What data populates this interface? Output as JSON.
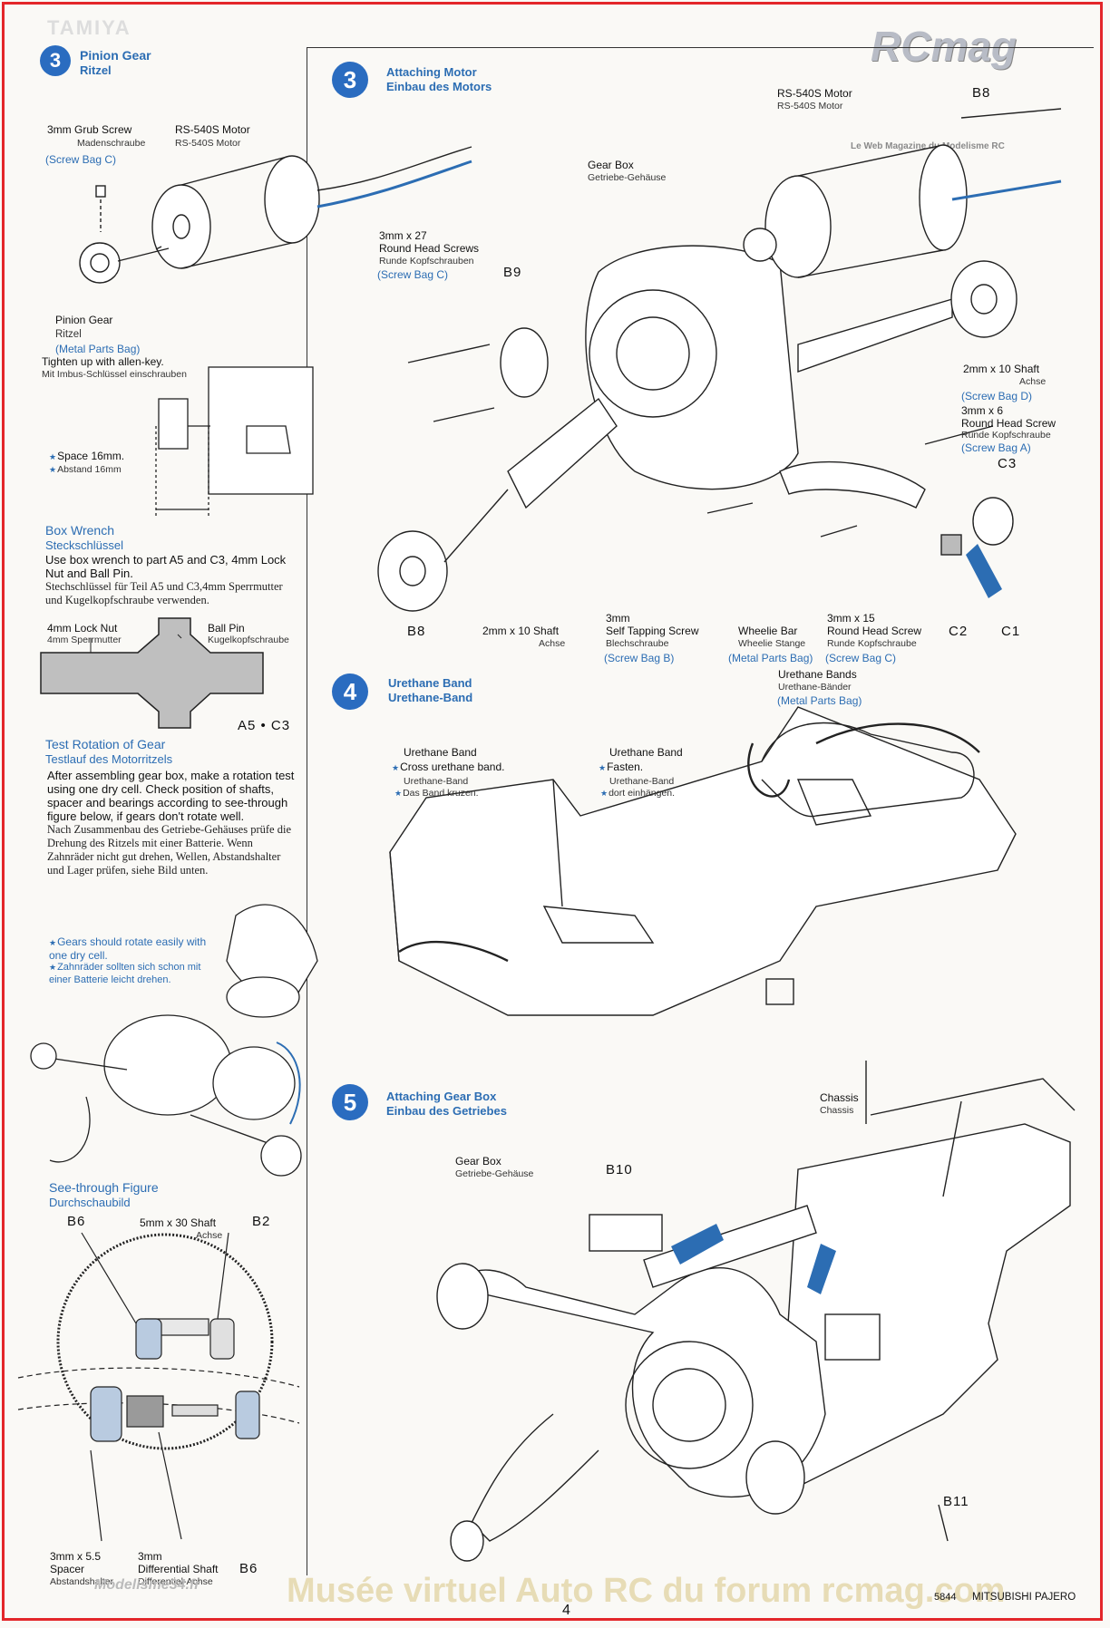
{
  "brand_header": "TAMIYA",
  "watermark": {
    "logo": "RCmag",
    "tagline": "Le Web Magazine du Modelisme RC",
    "bottom_banner": "Musée virtuel Auto RC du forum rcmag.com",
    "site": "Modelisme34.fr"
  },
  "footer": {
    "page_number": "4",
    "model_code": "5844",
    "model_name": "MITSUBISHI PAJERO"
  },
  "left": {
    "pinion": {
      "step_number": "3",
      "title_en": "Pinion Gear",
      "title_de": "Ritzel",
      "grub_en": "3mm Grub Screw",
      "grub_de": "Madenschraube",
      "grub_bag": "(Screw Bag C)",
      "motor_en": "RS-540S Motor",
      "motor_de": "RS-540S Motor",
      "pinion_en": "Pinion Gear",
      "pinion_de": "Ritzel",
      "pinion_bag": "(Metal Parts Bag)",
      "tighten_en": "Tighten up with allen-key.",
      "tighten_de": "Mit Imbus-Schlüssel einschrauben",
      "space_en": "Space 16mm.",
      "space_de": "Abstand 16mm"
    },
    "wrench": {
      "title_en": "Box Wrench",
      "title_de": "Steckschlüssel",
      "text_en": "Use box wrench to part A5 and C3, 4mm Lock Nut and Ball Pin.",
      "text_de": "Stechschlüssel für Teil A5 und C3,4mm Sperrmutter und Kugelkopfschraube verwenden.",
      "locknut_en": "4mm Lock Nut",
      "locknut_de": "4mm Sperrmutter",
      "ballpin_en": "Ball Pin",
      "ballpin_de": "Kugelkopfschraube",
      "part": "A5 • C3"
    },
    "test": {
      "title_en": "Test Rotation of Gear",
      "title_de": "Testlauf des Motorritzels",
      "text_en": "After assembling gear box, make a rotation test using one dry cell. Check position of shafts, spacer and bearings according to see-through figure below, if gears don't rotate well.",
      "text_de": "Nach Zusammenbau des Getriebe-Gehäuses prüfe die Drehung des Ritzels mit einer Batterie. Wenn Zahnräder nicht gut drehen, Wellen, Abstandshalter und Lager prüfen, siehe Bild unten.",
      "note_en": "Gears should rotate easily with one dry cell.",
      "note_de": "Zahnräder sollten sich schon mit einer Batterie leicht drehen."
    },
    "seethrough": {
      "title_en": "See-through Figure",
      "title_de": "Durchschaubild",
      "b6": "B6",
      "b2": "B2",
      "shaft_en": "5mm x 30 Shaft",
      "shaft_de": "Achse",
      "spacer_size": "3mm x 5.5",
      "spacer_en": "Spacer",
      "spacer_de": "Abstandshalter",
      "diff_size": "3mm",
      "diff_en": "Differential Shaft",
      "diff_de": "Differential-Achse",
      "b6b": "B6"
    }
  },
  "step3": {
    "number": "3",
    "title_en": "Attaching Motor",
    "title_de": "Einbau des Motors",
    "motor_en": "RS-540S Motor",
    "motor_de": "RS-540S Motor",
    "b8_top": "B8",
    "gearbox_en": "Gear Box",
    "gearbox_de": "Getriebe-Gehäuse",
    "screws_size": "3mm x 27",
    "screws_en": "Round Head Screws",
    "screws_de": "Runde Kopfschrauben",
    "screws_bag": "(Screw Bag C)",
    "b9": "B9",
    "shaft_en": "2mm x 10 Shaft",
    "shaft_de": "Achse",
    "shaft_bag": "(Screw Bag D)",
    "rhs_size": "3mm x 6",
    "rhs_en": "Round Head Screw",
    "rhs_de": "Runde Kopfschraube",
    "rhs_bag": "(Screw Bag A)",
    "c3": "C3",
    "b8_bottom": "B8",
    "shaft2_en": "2mm x 10 Shaft",
    "shaft2_de": "Achse",
    "tap_size": "3mm",
    "tap_en": "Self Tapping Screw",
    "tap_de": "Blechschraube",
    "tap_bag": "(Screw Bag B)",
    "wheelie_en": "Wheelie Bar",
    "wheelie_de": "Wheelie Stange",
    "wheelie_bag": "(Metal Parts Bag)",
    "rhs2_size": "3mm x 15",
    "rhs2_en": "Round Head Screw",
    "rhs2_de": "Runde Kopfschraube",
    "rhs2_bag": "(Screw Bag C)",
    "c2": "C2",
    "c1": "C1"
  },
  "step4": {
    "number": "4",
    "title_en": "Urethane Band",
    "title_de": "Urethane-Band",
    "bands_en": "Urethane Bands",
    "bands_de": "Urethane-Bänder",
    "bands_bag": "(Metal Parts Bag)",
    "band1_en": "Urethane Band",
    "band1_note_en": "Cross urethane band.",
    "band1_de": "Urethane-Band",
    "band1_note_de": "Das Band kruzen.",
    "band2_en": "Urethane Band",
    "band2_note_en": "Fasten.",
    "band2_de": "Urethane-Band",
    "band2_note_de": "dort einhängen."
  },
  "step5": {
    "number": "5",
    "title_en": "Attaching Gear Box",
    "title_de": "Einbau des Getriebes",
    "chassis_en": "Chassis",
    "chassis_de": "Chassis",
    "gearbox_en": "Gear Box",
    "gearbox_de": "Getriebe-Gehäuse",
    "b10": "B10",
    "b11": "B11"
  }
}
